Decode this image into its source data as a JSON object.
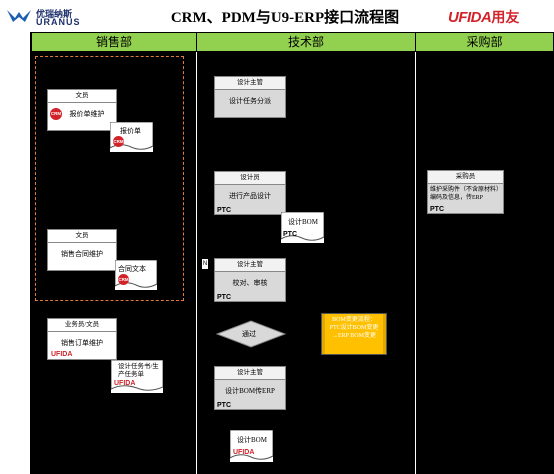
{
  "header": {
    "title": "CRM、PDM与U9-ERP接口流程图",
    "left_logo_cn": "优瑞纳斯",
    "left_logo_en": "URANUS",
    "right_logo_en": "UFIDA",
    "right_logo_cn": "用友"
  },
  "lanes": [
    {
      "label": "销售部"
    },
    {
      "label": "技术部"
    },
    {
      "label": "采购部"
    }
  ],
  "sales": {
    "box1": {
      "header": "文员",
      "body": "报价单维护",
      "badge": "CRM"
    },
    "doc1": {
      "label": "报价单",
      "badge": "CRM"
    },
    "box2": {
      "header": "文员",
      "body": "销售合同维护"
    },
    "doc2": {
      "label": "合同文本",
      "badge": "CRM"
    },
    "box3": {
      "header": "业务员/文员",
      "body": "销售订单维护",
      "tag": "UFIDA"
    },
    "doc3": {
      "label": "设计任务书/生产任务单",
      "tag": "UFIDA"
    }
  },
  "tech": {
    "box1": {
      "header": "设计主管",
      "body": "设计任务分派"
    },
    "box2": {
      "header": "设计员",
      "body": "进行产品设计",
      "tag": "PTC"
    },
    "doc1": {
      "label": "设计BOM",
      "tag": "PTC"
    },
    "box3": {
      "header": "设计主管",
      "body": "校对、审核",
      "tag": "PTC"
    },
    "diamond": {
      "label": "通过"
    },
    "orange": {
      "label": "BOM变更流程：PTC设计BOM变更→ERP BOM变更"
    },
    "box4": {
      "header": "设计主管",
      "body": "设计BOM传ERP",
      "tag": "PTC"
    },
    "doc2": {
      "label": "设计BOM",
      "tag": "UFIDA"
    },
    "small_marker": "N"
  },
  "purchasing": {
    "box1": {
      "header": "采购员",
      "body": "维护采购件（不含原材料）编码及信息，传ERP",
      "tag": "PTC"
    }
  }
}
